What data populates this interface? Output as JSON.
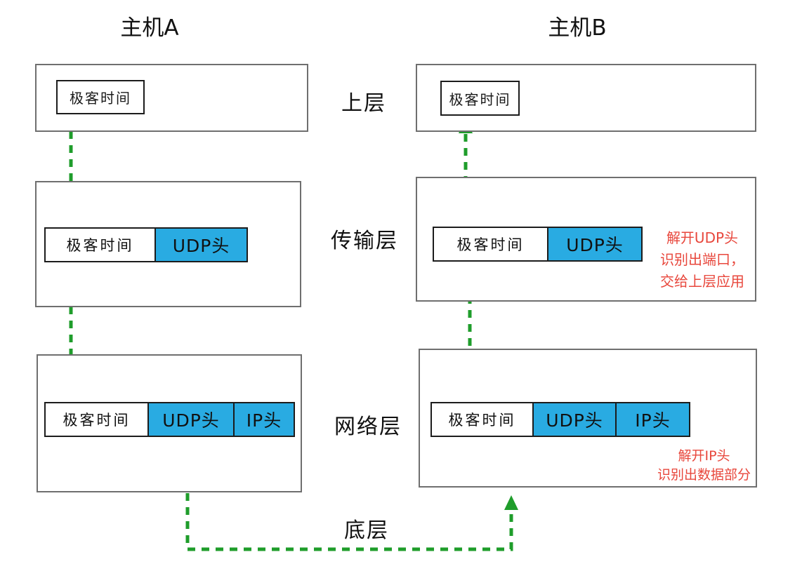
{
  "hosts": {
    "a": "主机A",
    "b": "主机B"
  },
  "layers": {
    "upper": "上层",
    "transport": "传输层",
    "network": "网络层",
    "bottom": "底层"
  },
  "labels": {
    "payload": "极客时间",
    "udp": "UDP头",
    "ip": "IP头"
  },
  "annotations": {
    "udp_unpack": {
      "line1": "解开UDP头",
      "line2": "识别出端口，",
      "line3": "交给上层应用"
    },
    "ip_unpack": {
      "line1": "解开IP头",
      "line2": "识别出数据部分"
    }
  },
  "colors": {
    "header_fill": "#29abe2",
    "annotation": "#e8473c",
    "flow_arrow": "#1f9d2b"
  }
}
